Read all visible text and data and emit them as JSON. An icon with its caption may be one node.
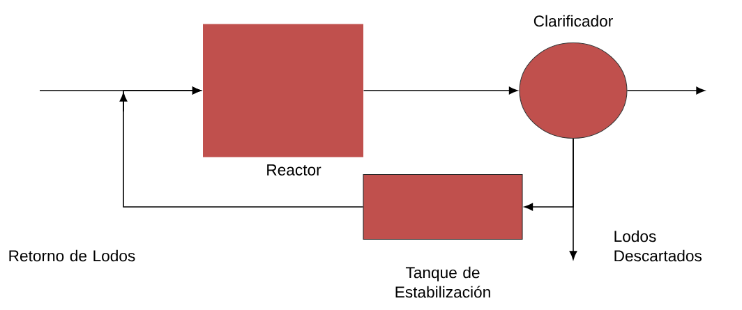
{
  "diagram": {
    "nodes": [
      {
        "text": [
          "Reactor"
        ]
      },
      {
        "text": [
          "Clarificador"
        ]
      },
      {
        "text": [
          "Tanque de Estabilización"
        ]
      }
    ],
    "edges": [
      {
        "from": null,
        "to": 0,
        "arrow": "to"
      },
      {
        "from": 2,
        "to": 0,
        "arrow": "to"
      },
      {
        "from": 0,
        "to": 1,
        "arrow": "to"
      },
      {
        "from": 1,
        "to": null,
        "arrow": "to"
      },
      {
        "from": 1,
        "to": 2,
        "arrow": "to"
      },
      {
        "from": 1,
        "to": null,
        "arrow": "to"
      }
    ],
    "labels": [
      "Retorno de Lodos",
      "Lodos Descartados"
    ]
  }
}
